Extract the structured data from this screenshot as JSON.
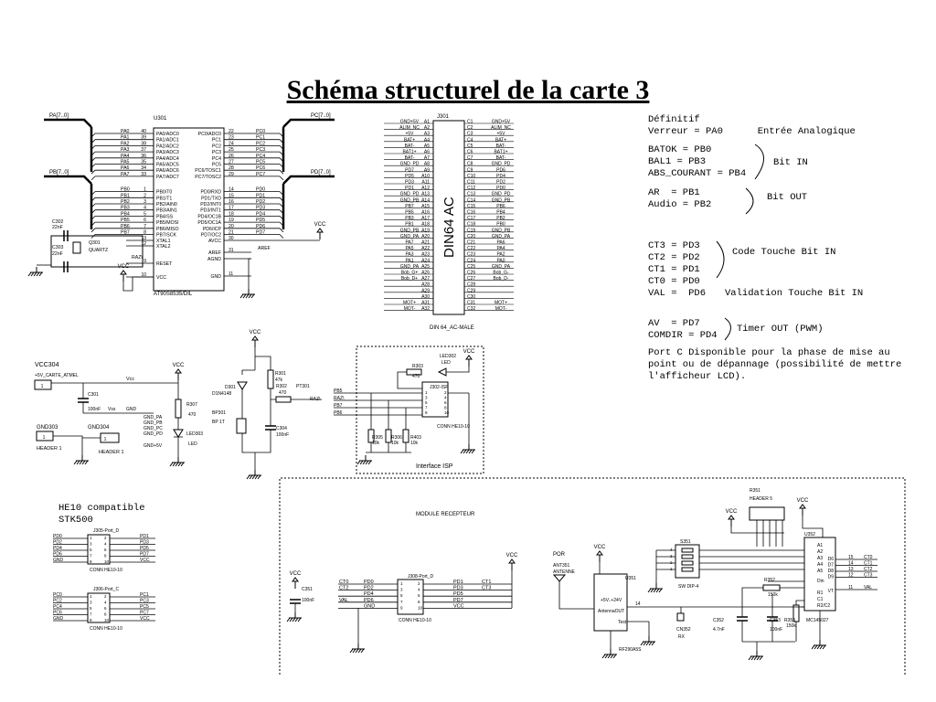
{
  "title": "Schéma structurel de la carte 3",
  "notes": {
    "def1": "Définitif\nVerreur = PA0      Entrée Analogique",
    "bitin1": "BATOK = PB0\nBAL1 = PB3\nABS_COURANT = PB4",
    "bitin1_label": "Bit IN",
    "bitout": "AR  = PB1\nAudio = PB2",
    "bitout_label": "Bit OUT",
    "touche": "CT3 = PD3\nCT2 = PD2\nCT1 = PD1\nCT0 = PD0\nVAL =  PD6",
    "touche_label": "Code Touche Bit IN",
    "val_label": "Validation Touche Bit IN",
    "timer": "AV  = PD7\nCOMDIR = PD4",
    "timer_label": "Timer OUT (PWM)",
    "portc": "Port C Disponible pour la phase de mise au\npoint ou de dépannage (possibilité de mettre\nl'afficheur LCD).",
    "he10": "HE10 compatible\nSTK500"
  },
  "labels": {
    "u301": "U301",
    "u301_part": "AT90S8535/DIL",
    "pa_bus": "PA[7..0]",
    "pb_bus": "PB[7..0]",
    "pc_bus": "PC[7..0]",
    "pd_bus": "PD[7..0]",
    "j301": "J301",
    "din64": "DIN64 AC",
    "din64_part": "DIN 64_AC-MALE",
    "vcc": "VCC",
    "vcc304": "VCC304",
    "carte_atmel": "+5V_CARTE_ATMEL",
    "gnd303": "GND303",
    "header1": "HEADER 1",
    "gnd304": "GND304",
    "interface_isp": "Interface ISP",
    "j302": "J302-ISP",
    "conn_he10": "CONN HE10-10",
    "module_recepteur": "MODULE RECEPTEUR",
    "por": "POR",
    "ant351": "ANT351",
    "antenne": "ANTENNE",
    "u351": "U351",
    "rf_part": "RF290A5S",
    "s351": "S351",
    "sw_dip": "SW DIP-4",
    "r351": "R351",
    "header5": "HEADER 5",
    "u352": "U352",
    "mc_part": "MC145027",
    "r352": "R352",
    "r352_val": "150k",
    "r353": "R353",
    "r353_val": "150k",
    "c352": "C352",
    "c352_val": "4.7nF",
    "c353": "C353",
    "c353_val": "100nF",
    "cn352": "CN352",
    "rx": "RX",
    "j305": "J305-Port_D",
    "j306": "J306-Port_C",
    "j308": "J308-Port_D",
    "c351": "C351",
    "c351_val": "100nF",
    "c302": "C302",
    "c302_val": "22nF",
    "c303": "C303",
    "c303_val": "22nF",
    "q301": "Q301",
    "quartz": "QUARTZ",
    "c301": "C301",
    "c301_val": "100nF",
    "r307": "R307",
    "r307_val": "470",
    "led303": "LED303",
    "led": "LED",
    "d301": "D301",
    "d301_part": "D1N4148",
    "bp301": "BP301",
    "bp_part": "BP 1T",
    "r301": "R301",
    "r301_val": "47k",
    "r302": "R302",
    "r302_val": "470",
    "c304": "C304",
    "c304_val": "100nF",
    "pt301": "PT301",
    "raz": "RAZ\\",
    "r303": "R303",
    "r303_val": "470",
    "led302": "LED302",
    "aref": "AREF",
    "avcc": "AVCC",
    "agnd": "AGND",
    "gnd": "GND",
    "reset": "RESET",
    "vcc_pin": "VCC",
    "xtal1": "XTAL1",
    "xtal2": "XTAL2",
    "vss": "Vss",
    "vcc_net": "Vcc"
  },
  "u301_left": [
    [
      "PA0",
      "40",
      "PA0/ADC0"
    ],
    [
      "PA1",
      "39",
      "PA1/ADC1"
    ],
    [
      "PA2",
      "38",
      "PA2/ADC2"
    ],
    [
      "PA3",
      "37",
      "PA3/ADC3"
    ],
    [
      "PA4",
      "36",
      "PA4/ADC4"
    ],
    [
      "PA5",
      "35",
      "PA5/ADC5"
    ],
    [
      "PA6",
      "34",
      "PA6/ADC6"
    ],
    [
      "PA7",
      "33",
      "PA7/ADC7"
    ],
    [
      "PB0",
      "1",
      "PB0/T0"
    ],
    [
      "PB1",
      "2",
      "PB1/T1"
    ],
    [
      "PB2",
      "3",
      "PB2/AIN0"
    ],
    [
      "PB3",
      "4",
      "PB3/AIN1"
    ],
    [
      "PB4",
      "5",
      "PB4/SS"
    ],
    [
      "PB5",
      "6",
      "PB5/MOSI"
    ],
    [
      "PB6",
      "7",
      "PB6/MISO"
    ],
    [
      "PB7",
      "8",
      "PB7/SCK"
    ]
  ],
  "u301_right": [
    [
      "PC0/ADC0",
      "22",
      "PC0"
    ],
    [
      "PC1",
      "23",
      "PC1"
    ],
    [
      "PC2",
      "24",
      "PC2"
    ],
    [
      "PC3",
      "25",
      "PC3"
    ],
    [
      "PC4",
      "26",
      "PC4"
    ],
    [
      "PC5",
      "27",
      "PC5"
    ],
    [
      "PC6/TOSC1",
      "28",
      "PC6"
    ],
    [
      "PC7/TOSC2",
      "29",
      "PC7"
    ],
    [
      "PD0/RXD",
      "14",
      "PD0"
    ],
    [
      "PD1/TXD",
      "15",
      "PD1"
    ],
    [
      "PD2/INT0",
      "16",
      "PD2"
    ],
    [
      "PD3/INT1",
      "17",
      "PD3"
    ],
    [
      "PD4/OC1B",
      "18",
      "PD4"
    ],
    [
      "PD5/OC1A",
      "19",
      "PD5"
    ],
    [
      "PD6/ICP",
      "20",
      "PD6"
    ],
    [
      "PD7/OC2",
      "21",
      "PD7"
    ]
  ],
  "din_left": [
    [
      "GND+5V",
      "A1"
    ],
    [
      "ALIM_NC",
      "A2"
    ],
    [
      "+5V",
      "A3"
    ],
    [
      "BAT+",
      "A4"
    ],
    [
      "BAT-",
      "A5"
    ],
    [
      "BAT1+",
      "A6"
    ],
    [
      "BAT-",
      "A7"
    ],
    [
      "GND_PD",
      "A8"
    ],
    [
      "PD7",
      "A9"
    ],
    [
      "PD5",
      "A10"
    ],
    [
      "PD3",
      "A11"
    ],
    [
      "PD1",
      "A12"
    ],
    [
      "GND_PD",
      "A13"
    ],
    [
      "GND_PB",
      "A14"
    ],
    [
      "PB7",
      "A15"
    ],
    [
      "PB5",
      "A16"
    ],
    [
      "PB3",
      "A17"
    ],
    [
      "PB1",
      "A18"
    ],
    [
      "GND_PB",
      "A19"
    ],
    [
      "GND_PA",
      "A20"
    ],
    [
      "PA7",
      "A21"
    ],
    [
      "PA5",
      "A22"
    ],
    [
      "PA3",
      "A23"
    ],
    [
      "PA1",
      "A24"
    ],
    [
      "GND_PA",
      "A25"
    ],
    [
      "Bob_G+",
      "A26"
    ],
    [
      "Bob_D+",
      "A27"
    ],
    [
      "",
      "A28"
    ],
    [
      "",
      "A29"
    ],
    [
      "",
      "A30"
    ],
    [
      "MOT+",
      "A31"
    ],
    [
      "MOT-",
      "A32"
    ]
  ],
  "din_right": [
    [
      "C1",
      "GND+5V"
    ],
    [
      "C2",
      "ALIM_NC"
    ],
    [
      "C3",
      "+5V"
    ],
    [
      "C4",
      "BAT+"
    ],
    [
      "C5",
      "BAT-"
    ],
    [
      "C6",
      "BAT1+"
    ],
    [
      "C7",
      "BAT-"
    ],
    [
      "C8",
      "GND_PD"
    ],
    [
      "C9",
      "PD6"
    ],
    [
      "C10",
      "PD4"
    ],
    [
      "C11",
      "PD2"
    ],
    [
      "C12",
      "PD0"
    ],
    [
      "C13",
      "GND_PD"
    ],
    [
      "C14",
      "GND_PB"
    ],
    [
      "C15",
      "PB6"
    ],
    [
      "C16",
      "PB4"
    ],
    [
      "C17",
      "PB2"
    ],
    [
      "C18",
      "PB0"
    ],
    [
      "C19",
      "GND_PB"
    ],
    [
      "C20",
      "GND_PA"
    ],
    [
      "C21",
      "PA6"
    ],
    [
      "C22",
      "PA4"
    ],
    [
      "C23",
      "PA2"
    ],
    [
      "C24",
      "PA0"
    ],
    [
      "C25",
      "GND_PA"
    ],
    [
      "C26",
      "Bob_G-"
    ],
    [
      "C27",
      "Bob_D-"
    ],
    [
      "C28",
      ""
    ],
    [
      "C29",
      ""
    ],
    [
      "C30",
      ""
    ],
    [
      "C31",
      "MOT+"
    ],
    [
      "C32",
      "MOT-"
    ]
  ]
}
